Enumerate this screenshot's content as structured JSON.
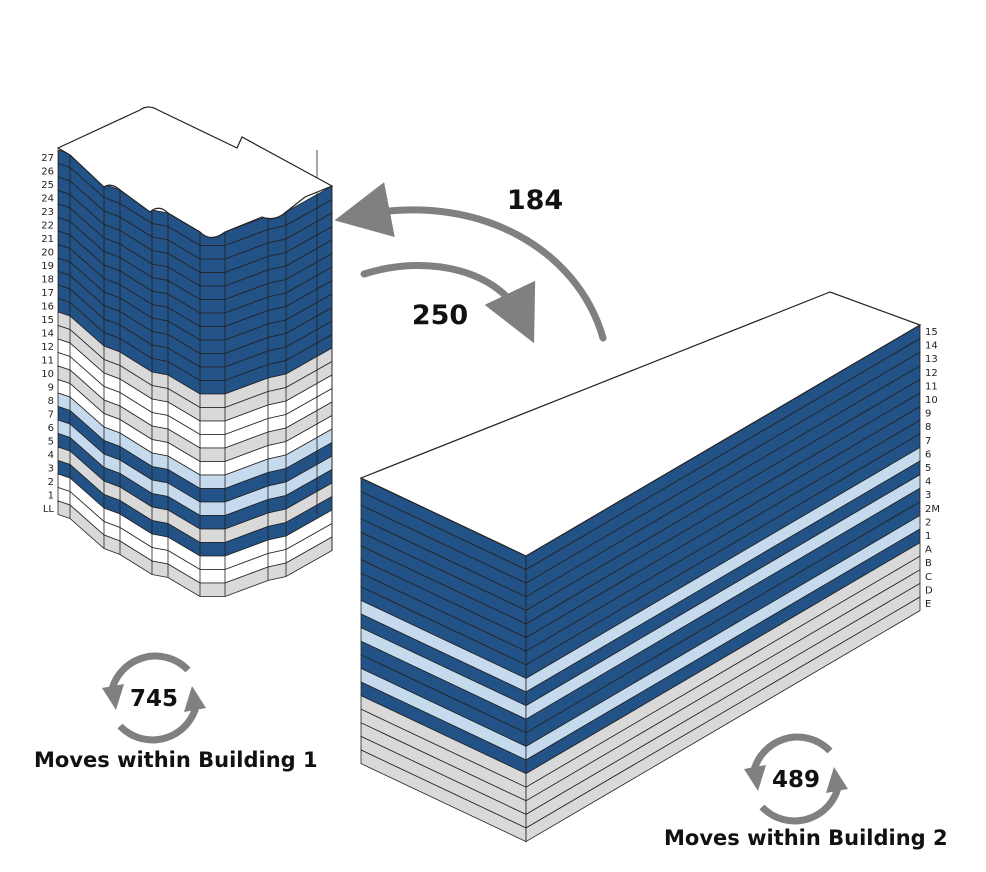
{
  "colors": {
    "occupied": "#235287",
    "partial": "#c6daed",
    "vacant": "#ffffff",
    "support": "#d9d9d9",
    "arrow": "#808080",
    "outline": "#222222"
  },
  "building1": {
    "floors": [
      {
        "label": "LL",
        "type": "support"
      },
      {
        "label": "1",
        "type": "vacant"
      },
      {
        "label": "2",
        "type": "vacant"
      },
      {
        "label": "3",
        "type": "occupied"
      },
      {
        "label": "4",
        "type": "support"
      },
      {
        "label": "5",
        "type": "occupied"
      },
      {
        "label": "6",
        "type": "partial"
      },
      {
        "label": "7",
        "type": "occupied"
      },
      {
        "label": "8",
        "type": "partial"
      },
      {
        "label": "9",
        "type": "vacant"
      },
      {
        "label": "10",
        "type": "support"
      },
      {
        "label": "11",
        "type": "vacant"
      },
      {
        "label": "12",
        "type": "vacant"
      },
      {
        "label": "14",
        "type": "support"
      },
      {
        "label": "15",
        "type": "support"
      },
      {
        "label": "16",
        "type": "occupied"
      },
      {
        "label": "17",
        "type": "occupied"
      },
      {
        "label": "18",
        "type": "occupied"
      },
      {
        "label": "19",
        "type": "occupied"
      },
      {
        "label": "20",
        "type": "occupied"
      },
      {
        "label": "21",
        "type": "occupied"
      },
      {
        "label": "22",
        "type": "occupied"
      },
      {
        "label": "23",
        "type": "occupied"
      },
      {
        "label": "24",
        "type": "occupied"
      },
      {
        "label": "25",
        "type": "occupied"
      },
      {
        "label": "26",
        "type": "occupied"
      },
      {
        "label": "27",
        "type": "occupied"
      }
    ]
  },
  "building2": {
    "floors": [
      {
        "label": "E",
        "type": "support"
      },
      {
        "label": "D",
        "type": "support"
      },
      {
        "label": "C",
        "type": "support"
      },
      {
        "label": "B",
        "type": "support"
      },
      {
        "label": "A",
        "type": "support"
      },
      {
        "label": "1",
        "type": "occupied"
      },
      {
        "label": "2",
        "type": "partial"
      },
      {
        "label": "2M",
        "type": "occupied"
      },
      {
        "label": "3",
        "type": "occupied"
      },
      {
        "label": "4",
        "type": "partial"
      },
      {
        "label": "5",
        "type": "occupied"
      },
      {
        "label": "6",
        "type": "partial"
      },
      {
        "label": "7",
        "type": "occupied"
      },
      {
        "label": "8",
        "type": "occupied"
      },
      {
        "label": "9",
        "type": "occupied"
      },
      {
        "label": "10",
        "type": "occupied"
      },
      {
        "label": "11",
        "type": "occupied"
      },
      {
        "label": "12",
        "type": "occupied"
      },
      {
        "label": "13",
        "type": "occupied"
      },
      {
        "label": "14",
        "type": "occupied"
      },
      {
        "label": "15",
        "type": "occupied"
      }
    ]
  },
  "flows": {
    "b2_to_b1": "184",
    "b1_to_b2": "250"
  },
  "internal_moves": {
    "building1": {
      "count": "745",
      "caption": "Moves within Building 1"
    },
    "building2": {
      "count": "489",
      "caption": "Moves within Building 2"
    }
  }
}
